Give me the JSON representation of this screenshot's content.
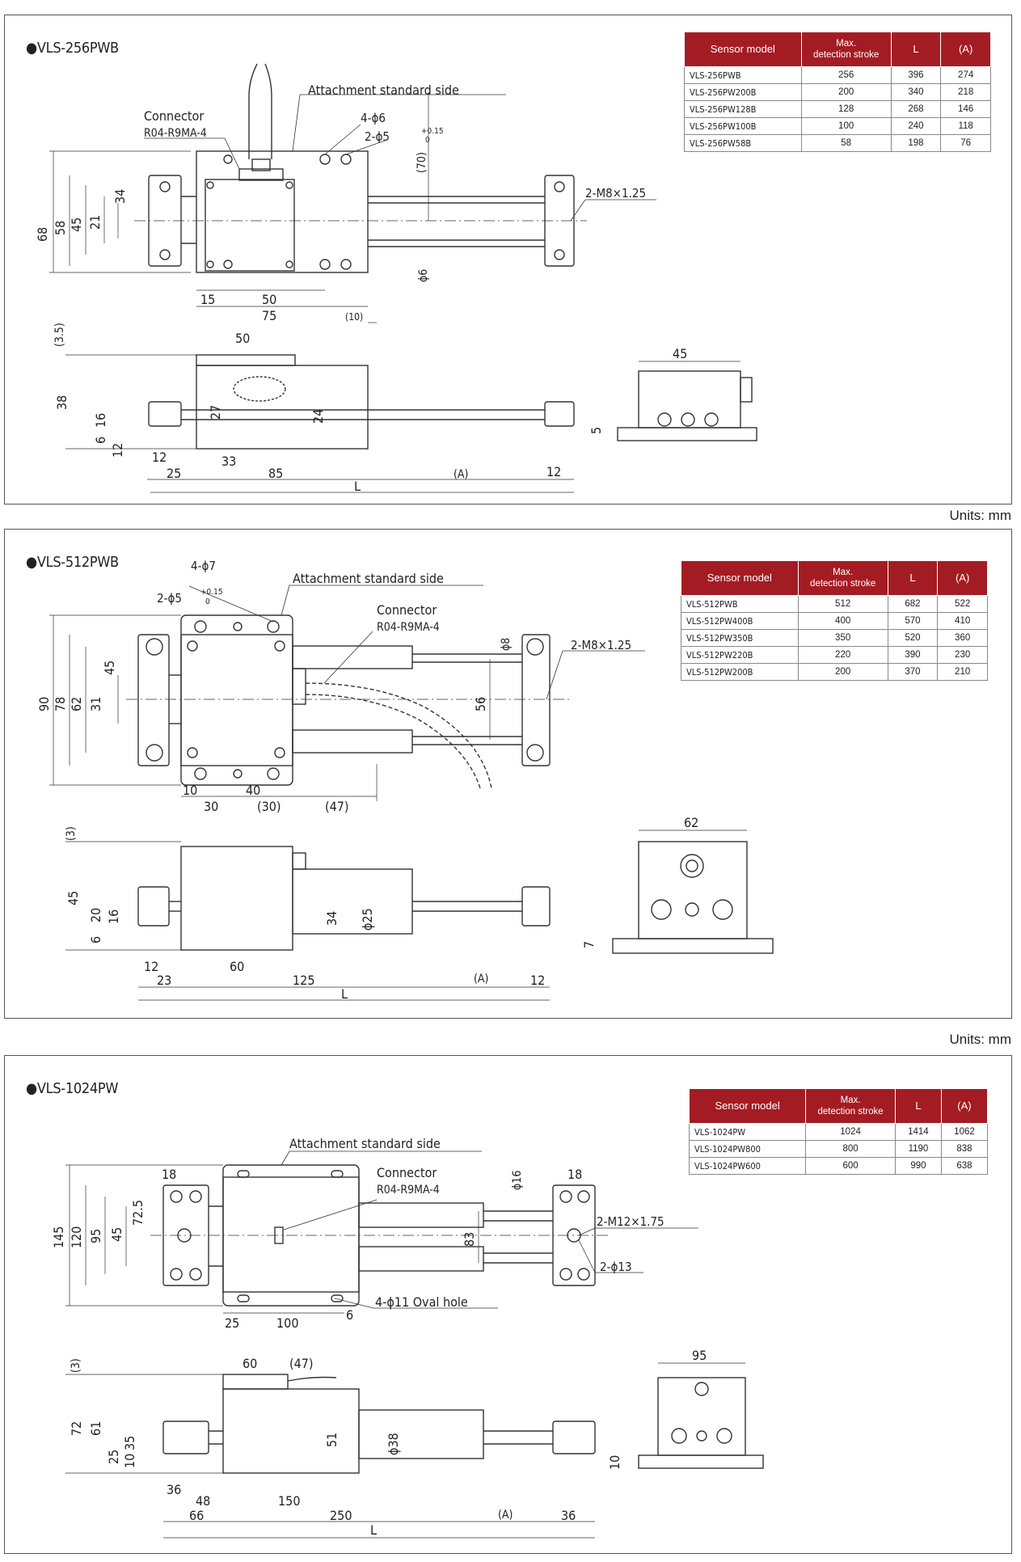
{
  "panels": [
    {
      "title": "●VLS-256PWB",
      "labels": {
        "attachment": "Attachment standard side",
        "connector": "Connector",
        "connector_model": "R04-R9MA-4",
        "holes1": "4-ϕ6",
        "holes2": "2-ϕ5",
        "tol": "+0.15",
        "tol0": "0",
        "thread": "2-M8×1.25",
        "rod": "ϕ6",
        "d70": "(70)",
        "d68": "68",
        "d58": "58",
        "d45": "45",
        "d34": "34",
        "d21": "21",
        "d15": "15",
        "d50": "50",
        "d75": "75",
        "d10": "(10)",
        "d3_5": "(3.5)",
        "d50b": "50",
        "d38": "38",
        "d16": "16",
        "d6": "6",
        "d12": "12",
        "d27": "27",
        "d24": "24",
        "d12b": "12",
        "d33": "33",
        "d25": "25",
        "d85": "85",
        "dA": "(A)",
        "d12c": "12",
        "dL": "L",
        "d45e": "45",
        "d5": "5"
      },
      "table": {
        "headers": [
          "Sensor model",
          "Max.\ndetection stroke",
          "L",
          "(A)"
        ],
        "rows": [
          [
            "VLS-256PWB",
            "256",
            "396",
            "274"
          ],
          [
            "VLS-256PW200B",
            "200",
            "340",
            "218"
          ],
          [
            "VLS-256PW128B",
            "128",
            "268",
            "146"
          ],
          [
            "VLS-256PW100B",
            "100",
            "240",
            "118"
          ],
          [
            "VLS-256PW58B",
            "58",
            "198",
            "76"
          ]
        ]
      }
    },
    {
      "title": "●VLS-512PWB",
      "labels": {
        "attachment": "Attachment standard side",
        "connector": "Connector",
        "connector_model": "R04-R9MA-4",
        "holes1": "4-ϕ7",
        "holes2": "2-ϕ5",
        "tol": "+0.15",
        "tol0": "0",
        "thread": "2-M8×1.25",
        "rod": "ϕ8",
        "d90": "90",
        "d78": "78",
        "d62": "62",
        "d45": "45",
        "d31": "31",
        "d56": "56",
        "d10": "10",
        "d40": "40",
        "d30": "30",
        "d30p": "(30)",
        "d47": "(47)",
        "d3": "(3)",
        "d45s": "45",
        "d20": "20",
        "d16": "16",
        "d6": "6",
        "d34": "34",
        "d25": "ϕ25",
        "d12": "12",
        "d60": "60",
        "d23": "23",
        "d125": "125",
        "dA": "(A)",
        "d12b": "12",
        "dL": "L",
        "d62e": "62",
        "d7": "7"
      },
      "table": {
        "headers": [
          "Sensor model",
          "Max.\ndetection stroke",
          "L",
          "(A)"
        ],
        "rows": [
          [
            "VLS-512PWB",
            "512",
            "682",
            "522"
          ],
          [
            "VLS-512PW400B",
            "400",
            "570",
            "410"
          ],
          [
            "VLS-512PW350B",
            "350",
            "520",
            "360"
          ],
          [
            "VLS-512PW220B",
            "220",
            "390",
            "230"
          ],
          [
            "VLS-512PW200B",
            "200",
            "370",
            "210"
          ]
        ]
      }
    },
    {
      "title": "●VLS-1024PW",
      "labels": {
        "attachment": "Attachment standard side",
        "connector": "Connector",
        "connector_model": "R04-R9MA-4",
        "oval": "4-ϕ11 Oval hole",
        "thread": "2-M12×1.75",
        "holes13": "2-ϕ13",
        "rod": "ϕ16",
        "d18": "18",
        "d18b": "18",
        "d145": "145",
        "d120": "120",
        "d95": "95",
        "d72_5": "72.5",
        "d45": "45",
        "d83": "83",
        "d25": "25",
        "d100": "100",
        "d6": "6",
        "d3": "(3)",
        "d60": "60",
        "d47": "(47)",
        "d72": "72",
        "d61": "61",
        "d35": "35",
        "d25s": "25",
        "d10": "10",
        "d51": "51",
        "d38": "ϕ38",
        "d36": "36",
        "d48": "48",
        "d150": "150",
        "d66": "66",
        "d250": "250",
        "dA": "(A)",
        "d36b": "36",
        "dL": "L",
        "d95e": "95",
        "d10e": "10"
      },
      "table": {
        "headers": [
          "Sensor model",
          "Max.\ndetection stroke",
          "L",
          "(A)"
        ],
        "rows": [
          [
            "VLS-1024PW",
            "1024",
            "1414",
            "1062"
          ],
          [
            "VLS-1024PW800",
            "800",
            "1190",
            "838"
          ],
          [
            "VLS-1024PW600",
            "600",
            "990",
            "638"
          ]
        ]
      }
    }
  ],
  "units": [
    "Units: mm",
    "Units: mm"
  ],
  "colors": {
    "header_red": "#a41c23",
    "line": "#333333",
    "border": "#555555"
  }
}
